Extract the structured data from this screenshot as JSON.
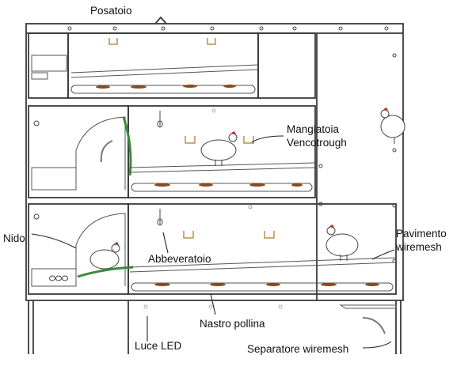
{
  "labels": {
    "posatoio": "Posatoio",
    "mangiatoia": "Mangiatoia",
    "vencotrough": "Vencotrough",
    "nido": "Nido",
    "abbeveratoio": "Abbeveratoio",
    "pavimento": "Pavimento",
    "wiremesh": "wiremesh",
    "nastro_pollina": "Nastro pollina",
    "luce_led": "Luce LED",
    "separatore_wiremesh": "Separatore wiremesh"
  },
  "colors": {
    "line": "#3a3a3a",
    "manure": "#8a4a1e",
    "green_ramp": "#3a8a3a",
    "hen_body": "#ffffff",
    "hen_comb": "#cc2a1a",
    "trough": "#c8a060",
    "background": "#ffffff"
  },
  "icons": [
    "hen-icon",
    "drinker-icon",
    "led-light-icon",
    "trough-icon",
    "egg-icon",
    "curved-arrow-icon"
  ]
}
